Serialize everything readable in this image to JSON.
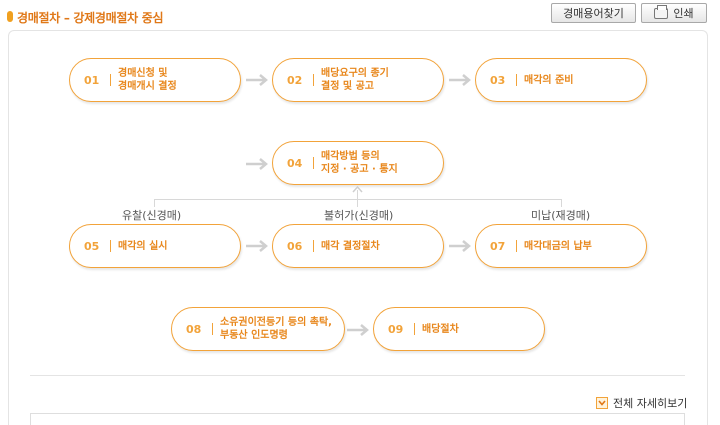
{
  "header": {
    "title": "경매절차 – 강제경매절차 중심",
    "terms_button": "경매용어찾기",
    "print_button": "인쇄"
  },
  "steps": [
    {
      "num": "01",
      "label": "경매신청 및\n경매개시 결정"
    },
    {
      "num": "02",
      "label": "배당요구의 종기\n결정 및 공고"
    },
    {
      "num": "03",
      "label": "매각의 준비"
    },
    {
      "num": "04",
      "label": "매각방법 등의\n지정 · 공고 · 통지"
    },
    {
      "num": "05",
      "label": "매각의 실시"
    },
    {
      "num": "06",
      "label": "매각 결정절차"
    },
    {
      "num": "07",
      "label": "매각대금의 납부"
    },
    {
      "num": "08",
      "label": "소유권이전등기 등의 촉탁,\n부동산 인도명령"
    },
    {
      "num": "09",
      "label": "배당절차"
    }
  ],
  "branches": {
    "left": "유찰(신경매)",
    "center": "불허가(신경매)",
    "right": "미납(재경매)"
  },
  "footer": {
    "view_all": "전체 자세히보기"
  },
  "colors": {
    "accent": "#f2a33a",
    "title": "#e07818"
  }
}
